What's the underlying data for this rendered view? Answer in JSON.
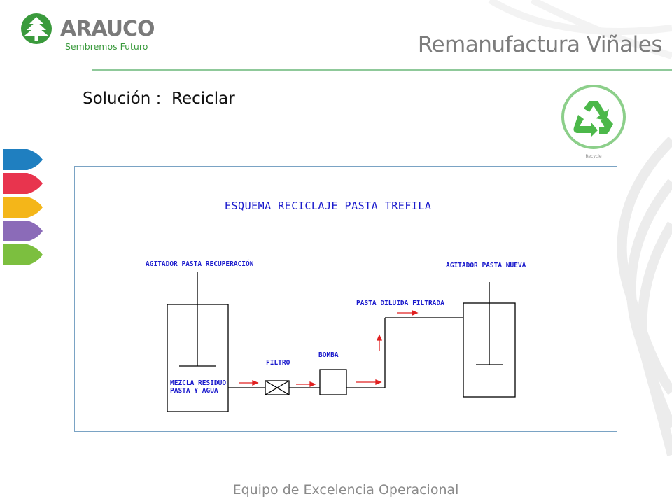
{
  "header": {
    "logo_name": "ARAUCO",
    "logo_tagline": "Sembremos Futuro",
    "title": "Remanufactura Viñales"
  },
  "slide": {
    "subtitle": "Solución :  Reciclar",
    "recycle_label": "Recycle"
  },
  "diagram": {
    "title": "ESQUEMA RECICLAJE PASTA TREFILA",
    "labels": {
      "agitator_recovery": "AGITADOR PASTA RECUPERACIÓN",
      "agitator_new": "AGITADOR PASTA NUEVA",
      "mixture_line1": "MEZCLA RESIDUO",
      "mixture_line2": "PASTA Y AGUA",
      "filter": "FILTRO",
      "pump": "BOMBA",
      "filtered_paste": "PASTA DILUIDA FILTRADA"
    }
  },
  "colors": {
    "brand_green": "#3a9a3c",
    "diagram_text": "#1a1acc",
    "flow_arrow": "#e02020",
    "side_tabs": [
      "#1f7fc0",
      "#e8344e",
      "#f4b619",
      "#8b6bb8",
      "#7cbf3f"
    ]
  },
  "footer": {
    "text": "Equipo de Excelencia Operacional"
  }
}
